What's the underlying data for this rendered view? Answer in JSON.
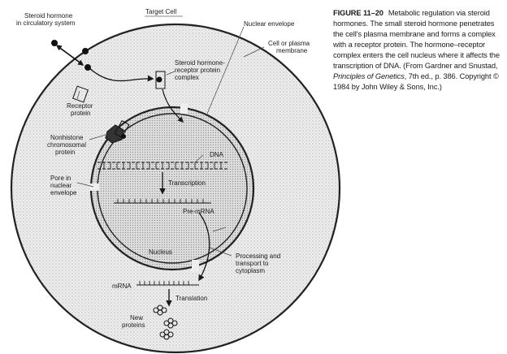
{
  "labels": {
    "target_cell": "Target Cell",
    "steroid_hormone_l1": "Steroid hormone",
    "steroid_hormone_l2": "in circulatory system",
    "nuclear_envelope": "Nuclear envelope",
    "plasma_membrane_l1": "Cell or plasma",
    "plasma_membrane_l2": "membrane",
    "complex_l1": "Steroid hormone-",
    "complex_l2": "receptor protein",
    "complex_l3": "complex",
    "receptor_l1": "Receptor",
    "receptor_l2": "protein",
    "nonhistone_l1": "Nonhistone",
    "nonhistone_l2": "chromosomal",
    "nonhistone_l3": "protein",
    "dna": "DNA",
    "pore_l1": "Pore in",
    "pore_l2": "nuclear",
    "pore_l3": "envelope",
    "transcription": "Transcription",
    "pre_mrna": "Pre-mRNA",
    "nucleus": "Nucleus",
    "processing_l1": "Processing and",
    "processing_l2": "transport to",
    "processing_l3": "cytoplasm",
    "mrna": "mRNA",
    "translation": "Translation",
    "new_proteins_l1": "New",
    "new_proteins_l2": "proteins"
  },
  "caption": {
    "figure_number": "FIGURE 11–20",
    "text_part1": "Metabolic regulation via steroid hormones. The small steroid hormone penetrates the cell's plasma membrane and forms a complex with a receptor protein. The hormone–receptor complex enters the cell nucleus where it affects the transcription of DNA. (From Gardner and Snustad, ",
    "italic_title": "Principles of Genetics",
    "text_part2": ", 7th ed., p. 386. Copyright © 1984 by John Wiley & Sons, Inc.)"
  }
}
